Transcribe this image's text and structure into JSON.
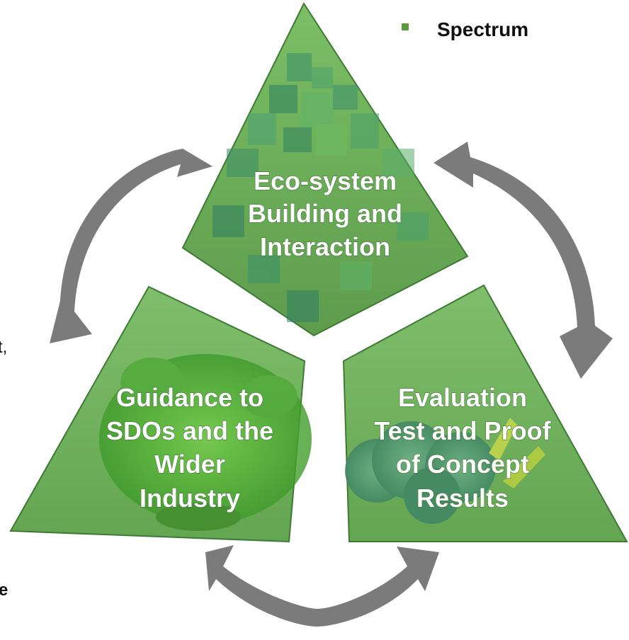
{
  "bullet": {
    "text": "Spectrum"
  },
  "panels": {
    "top": {
      "lines": [
        "Eco-system",
        "Building and",
        "Interaction"
      ]
    },
    "left": {
      "lines": [
        "Guidance to",
        "SDOs and the",
        "Wider",
        "Industry"
      ]
    },
    "right": {
      "lines": [
        "Evaluation",
        "Test and Proof",
        "of Concept",
        "Results"
      ]
    }
  },
  "edge_fragments": {
    "left_comma": "t,",
    "left_bold": "e"
  },
  "colors": {
    "panel_fill": "#6fae5e",
    "panel_stroke": "#3e7a34",
    "arrow": "#7b7b7b",
    "bullet": "#5a9a3a"
  }
}
